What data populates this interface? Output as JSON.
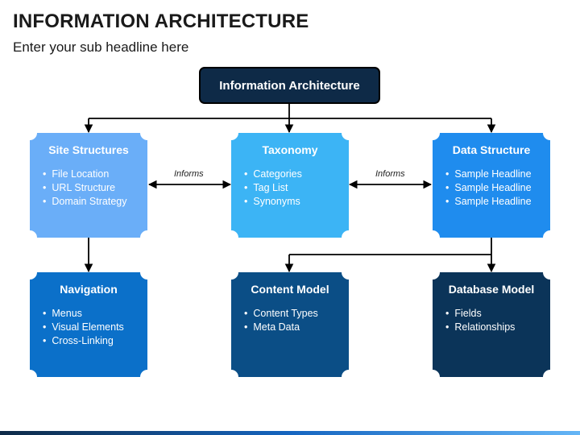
{
  "slide": {
    "title": "INFORMATION ARCHITECTURE",
    "subtitle": "Enter your sub headline here"
  },
  "diagram": {
    "root": "Information Architecture",
    "nodes": [
      {
        "id": "site-structures",
        "title": "Site Structures",
        "items": [
          "File Location",
          "URL Structure",
          "Domain Strategy"
        ],
        "color": "#6aaef8"
      },
      {
        "id": "taxonomy",
        "title": "Taxonomy",
        "items": [
          "Categories",
          "Tag List",
          "Synonyms"
        ],
        "color": "#3cb4f5"
      },
      {
        "id": "data-structure",
        "title": "Data Structure",
        "items": [
          "Sample Headline",
          "Sample Headline",
          "Sample Headline"
        ],
        "color": "#1f8cee"
      },
      {
        "id": "navigation",
        "title": "Navigation",
        "items": [
          "Menus",
          "Visual Elements",
          "Cross-Linking"
        ],
        "color": "#0b70c9"
      },
      {
        "id": "content-model",
        "title": "Content Model",
        "items": [
          "Content Types",
          "Meta Data"
        ],
        "color": "#0b4e86"
      },
      {
        "id": "database-model",
        "title": "Database Model",
        "items": [
          "Fields",
          "Relationships"
        ],
        "color": "#0b3459"
      }
    ],
    "edge_labels": {
      "left": "Informs",
      "right": "Informs"
    }
  }
}
